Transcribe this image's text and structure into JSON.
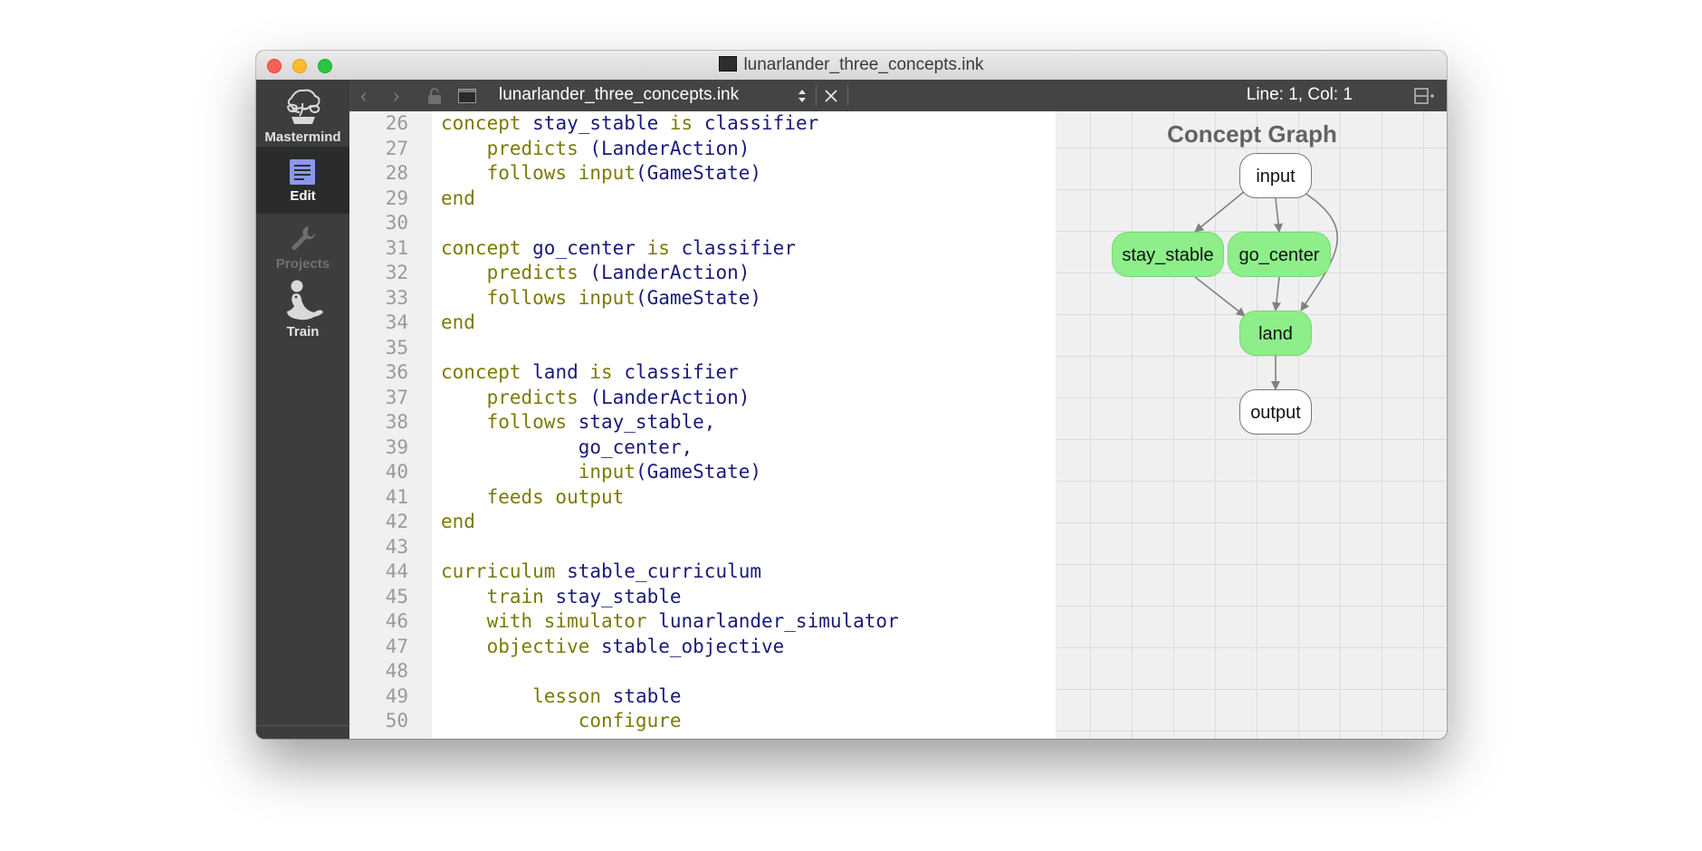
{
  "window": {
    "title": "lunarlander_three_concepts.ink",
    "file_icon": "terminal-file-icon"
  },
  "sidebar": {
    "items": [
      {
        "label": "Mastermind",
        "icon": "bonsai-tree-icon",
        "active": false
      },
      {
        "label": "Edit",
        "icon": "document-lines-icon",
        "active": true
      },
      {
        "label": "Projects",
        "icon": "wrench-icon",
        "active": false,
        "disabled": true
      },
      {
        "label": "Train",
        "icon": "seal-with-ball-icon",
        "active": false
      }
    ]
  },
  "toolbar": {
    "tab_name": "lunarlander_three_concepts.ink",
    "cursor_position": "Line: 1, Col: 1",
    "icons": [
      "back-arrow-icon",
      "forward-arrow-icon",
      "lock-icon",
      "file-icon",
      "stepper-arrows-icon",
      "close-icon",
      "split-view-icon"
    ]
  },
  "editor": {
    "lines": [
      {
        "n": "26",
        "tokens": [
          {
            "t": "concept ",
            "c": "kw"
          },
          {
            "t": "stay_stable ",
            "c": "id"
          },
          {
            "t": "is ",
            "c": "kw"
          },
          {
            "t": "classifier",
            "c": "id"
          }
        ]
      },
      {
        "n": "27",
        "tokens": [
          {
            "t": "    predicts ",
            "c": "kw"
          },
          {
            "t": "(LanderAction)",
            "c": "id"
          }
        ]
      },
      {
        "n": "28",
        "tokens": [
          {
            "t": "    follows ",
            "c": "kw"
          },
          {
            "t": "input",
            "c": "kw"
          },
          {
            "t": "(GameState)",
            "c": "id"
          }
        ]
      },
      {
        "n": "29",
        "tokens": [
          {
            "t": "end",
            "c": "kw"
          }
        ]
      },
      {
        "n": "30",
        "tokens": []
      },
      {
        "n": "31",
        "tokens": [
          {
            "t": "concept ",
            "c": "kw"
          },
          {
            "t": "go_center ",
            "c": "id"
          },
          {
            "t": "is ",
            "c": "kw"
          },
          {
            "t": "classifier",
            "c": "id"
          }
        ]
      },
      {
        "n": "32",
        "tokens": [
          {
            "t": "    predicts ",
            "c": "kw"
          },
          {
            "t": "(LanderAction)",
            "c": "id"
          }
        ]
      },
      {
        "n": "33",
        "tokens": [
          {
            "t": "    follows ",
            "c": "kw"
          },
          {
            "t": "input",
            "c": "kw"
          },
          {
            "t": "(GameState)",
            "c": "id"
          }
        ]
      },
      {
        "n": "34",
        "tokens": [
          {
            "t": "end",
            "c": "kw"
          }
        ]
      },
      {
        "n": "35",
        "tokens": []
      },
      {
        "n": "36",
        "tokens": [
          {
            "t": "concept ",
            "c": "kw"
          },
          {
            "t": "land ",
            "c": "id"
          },
          {
            "t": "is ",
            "c": "kw"
          },
          {
            "t": "classifier",
            "c": "id"
          }
        ]
      },
      {
        "n": "37",
        "tokens": [
          {
            "t": "    predicts ",
            "c": "kw"
          },
          {
            "t": "(LanderAction)",
            "c": "id"
          }
        ]
      },
      {
        "n": "38",
        "tokens": [
          {
            "t": "    follows ",
            "c": "kw"
          },
          {
            "t": "stay_stable,",
            "c": "id"
          }
        ]
      },
      {
        "n": "39",
        "tokens": [
          {
            "t": "            go_center,",
            "c": "id"
          }
        ]
      },
      {
        "n": "40",
        "tokens": [
          {
            "t": "            input",
            "c": "kw"
          },
          {
            "t": "(GameState)",
            "c": "id"
          }
        ]
      },
      {
        "n": "41",
        "tokens": [
          {
            "t": "    feeds output",
            "c": "kw"
          }
        ]
      },
      {
        "n": "42",
        "tokens": [
          {
            "t": "end",
            "c": "kw"
          }
        ]
      },
      {
        "n": "43",
        "tokens": []
      },
      {
        "n": "44",
        "tokens": [
          {
            "t": "curriculum ",
            "c": "kw"
          },
          {
            "t": "stable_curriculum",
            "c": "id"
          }
        ]
      },
      {
        "n": "45",
        "tokens": [
          {
            "t": "    train ",
            "c": "kw"
          },
          {
            "t": "stay_stable",
            "c": "id"
          }
        ]
      },
      {
        "n": "46",
        "tokens": [
          {
            "t": "    with simulator ",
            "c": "kw"
          },
          {
            "t": "lunarlander_simulator",
            "c": "id"
          }
        ]
      },
      {
        "n": "47",
        "tokens": [
          {
            "t": "    objective ",
            "c": "kw"
          },
          {
            "t": "stable_objective",
            "c": "id"
          }
        ]
      },
      {
        "n": "48",
        "tokens": []
      },
      {
        "n": "49",
        "tokens": [
          {
            "t": "        lesson ",
            "c": "kw"
          },
          {
            "t": "stable",
            "c": "id"
          }
        ]
      },
      {
        "n": "50",
        "tokens": [
          {
            "t": "            configure",
            "c": "kw"
          }
        ]
      }
    ],
    "colors": {
      "keyword": "#7b7a06",
      "identifier": "#1a1a7a",
      "line_number": "#9a9a9a"
    }
  },
  "concept_graph": {
    "title": "Concept Graph",
    "nodes": [
      {
        "id": "input",
        "label": "input",
        "kind": "io"
      },
      {
        "id": "stay_stable",
        "label": "stay_stable",
        "kind": "concept"
      },
      {
        "id": "go_center",
        "label": "go_center",
        "kind": "concept"
      },
      {
        "id": "land",
        "label": "land",
        "kind": "concept"
      },
      {
        "id": "output",
        "label": "output",
        "kind": "io"
      }
    ],
    "edges": [
      {
        "from": "input",
        "to": "stay_stable"
      },
      {
        "from": "input",
        "to": "go_center"
      },
      {
        "from": "input",
        "to": "land"
      },
      {
        "from": "stay_stable",
        "to": "land"
      },
      {
        "from": "go_center",
        "to": "land"
      },
      {
        "from": "land",
        "to": "output"
      }
    ],
    "colors": {
      "concept_fill": "#8dee8a",
      "io_fill": "#ffffff",
      "edge": "#808080"
    }
  }
}
